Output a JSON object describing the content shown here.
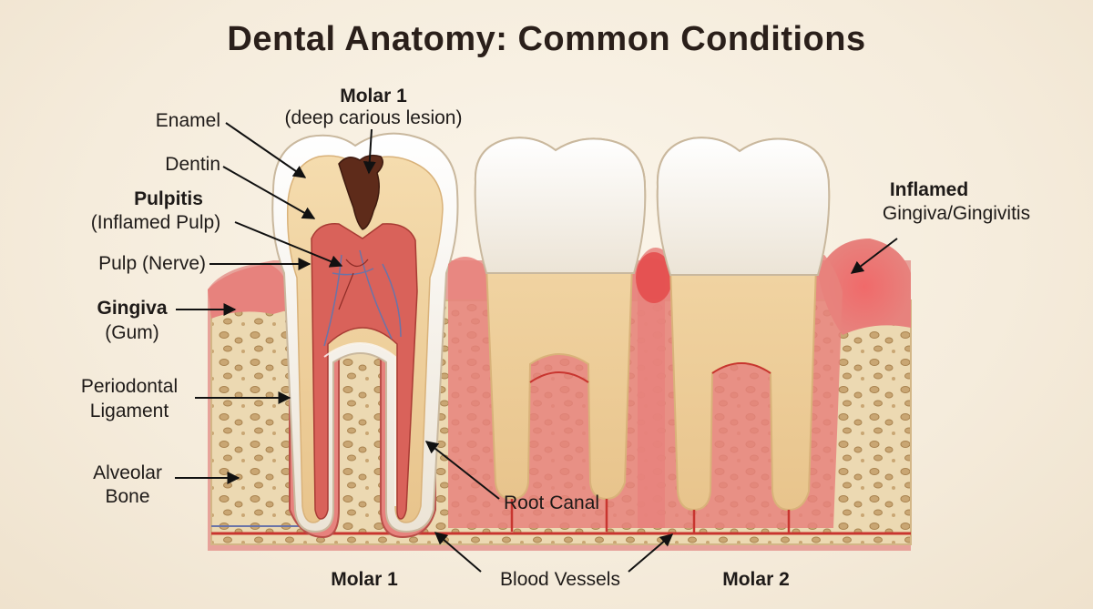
{
  "title": "Dental Anatomy: Common Conditions",
  "labels": {
    "molar1_top": "Molar 1",
    "lesion": "(deep carious lesion)",
    "enamel": "Enamel",
    "dentin": "Dentin",
    "pulpitis": "Pulpitis",
    "inflamed_pulp": "(Inflamed Pulp)",
    "pulp_nerve": "Pulp (Nerve)",
    "gingiva": "Gingiva",
    "gum": "(Gum)",
    "periodontal": "Periodontal",
    "ligament": "Ligament",
    "alveolar": "Alveolar",
    "bone": "Bone",
    "root_canal": "Root Canal",
    "inflamed_gingiva": "Inflamed",
    "gingivitis": "Gingiva/Gingivitis",
    "molar1_bottom": "Molar 1",
    "blood_vessels": "Blood Vessels",
    "molar2_bottom": "Molar 2"
  },
  "colors": {
    "enamel": "#fbf8f2",
    "dentin": "#f1d7a8",
    "pulp": "#d9625a",
    "gum": "#e7827d",
    "bone": "#ecd9b2",
    "decay": "#5e2b1a",
    "vessel": "#c8352f",
    "nerve": "#6a74a8"
  }
}
